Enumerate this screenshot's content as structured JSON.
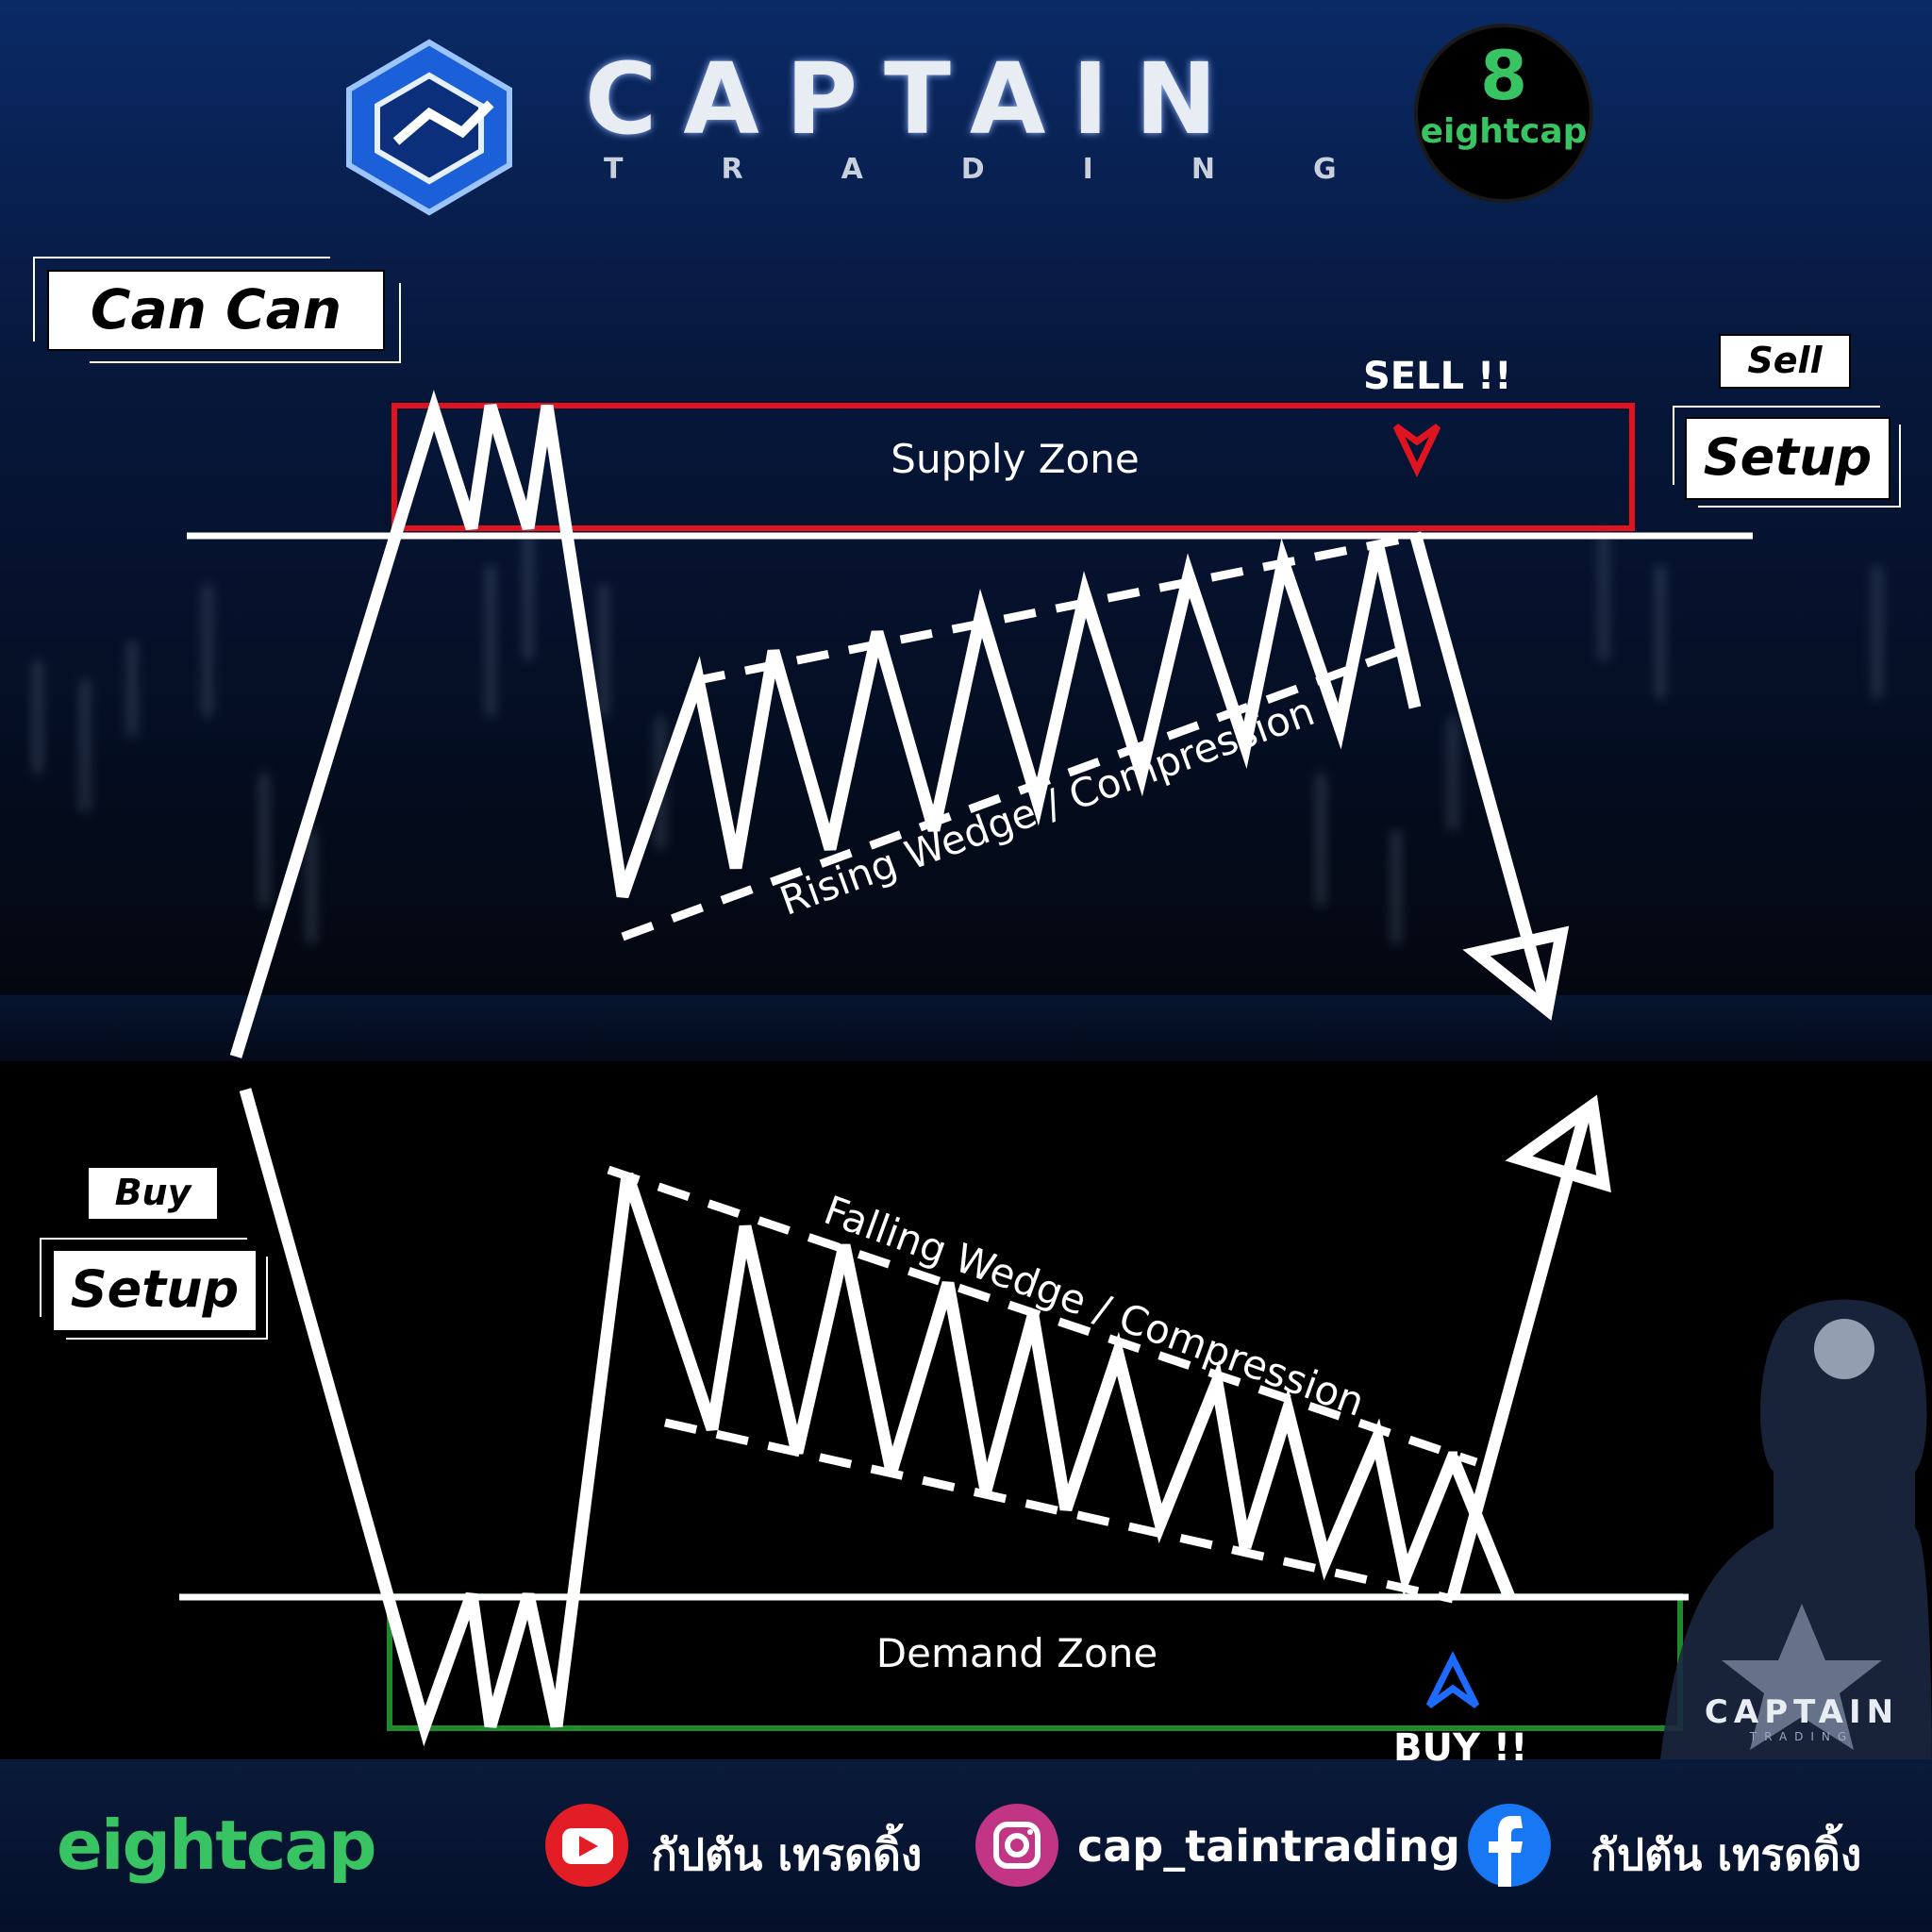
{
  "header": {
    "brand_title": "CAPTAIN",
    "brand_subtitle": "TRADING",
    "badge_top": "8",
    "badge_text": "eightcap"
  },
  "labels": {
    "title": "Can Can",
    "sell_small": "Sell",
    "sell_big": "Setup",
    "buy_small": "Buy",
    "buy_big": "Setup"
  },
  "zones": {
    "supply": "Supply Zone",
    "demand": "Demand Zone",
    "sell_signal": "SELL !!",
    "buy_signal": "BUY !!"
  },
  "patterns": {
    "rising": "Rising Wedge / Compression",
    "falling": "Falling Wedge / Compression"
  },
  "watermark": {
    "title": "CAPTAIN",
    "subtitle": "TRADING"
  },
  "footer": {
    "logo_text": "eightcap",
    "youtube_name": "กัปตัน เทรดดิ้ง",
    "instagram_handle": "cap_taintrading",
    "facebook_name": "กัปตัน เทรดดิ้ง"
  },
  "colors": {
    "supply_zone": "#e0141e",
    "demand_zone": "#1f8a2c",
    "sell_arrow": "#e0141e",
    "buy_arrow": "#1e6bff",
    "eightcap_green": "#39c464"
  }
}
